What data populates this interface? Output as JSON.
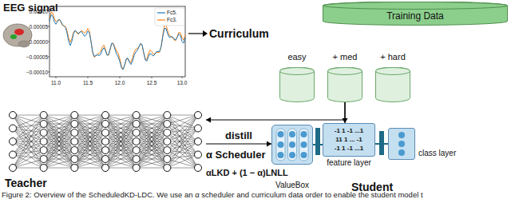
{
  "diagram": {
    "caption": "Figure 2: Overview of the ScheduledKD-LDC. We use an α scheduler and curriculum data order to enable the student model t",
    "nodes": [
      {
        "text": [
          "Training Data"
        ]
      },
      {
        "text": [
          "easy"
        ]
      },
      {
        "text": [
          "+ med"
        ]
      },
      {
        "text": [
          "+ hard"
        ]
      },
      {
        "text": [
          "Teacher"
        ]
      },
      {
        "text": [
          "ValueBox"
        ]
      },
      {
        "text": [
          "-1 1 -1 ...1",
          "11 1 ... -1",
          "-1 1 -1 ...1",
          "feature layer"
        ]
      },
      {
        "text": [
          "class layer"
        ]
      }
    ],
    "edges": [
      {
        "from": 2,
        "to": 4,
        "arrow": "to"
      },
      {
        "from": 2,
        "to": 6,
        "arrow": "to"
      },
      {
        "from": 4,
        "to": 5,
        "label": "distill",
        "arrow": "to"
      },
      {
        "from": 5,
        "to": 6,
        "arrow": "none"
      },
      {
        "from": 6,
        "to": 7,
        "arrow": "none"
      }
    ],
    "labels": [
      "EEG signal",
      "0.00010",
      "0.00005",
      "0.00000",
      "−0.00005",
      "−0.00010",
      "11.0",
      "11.5",
      "12.0",
      "12.5",
      "13.0",
      "Curriculum",
      "α Scheduler",
      "αLKD + (1 − α)LNLL",
      "Student"
    ],
    "legend": [
      {
        "text": "Fc5."
      },
      {
        "text": "Fc3."
      }
    ]
  }
}
